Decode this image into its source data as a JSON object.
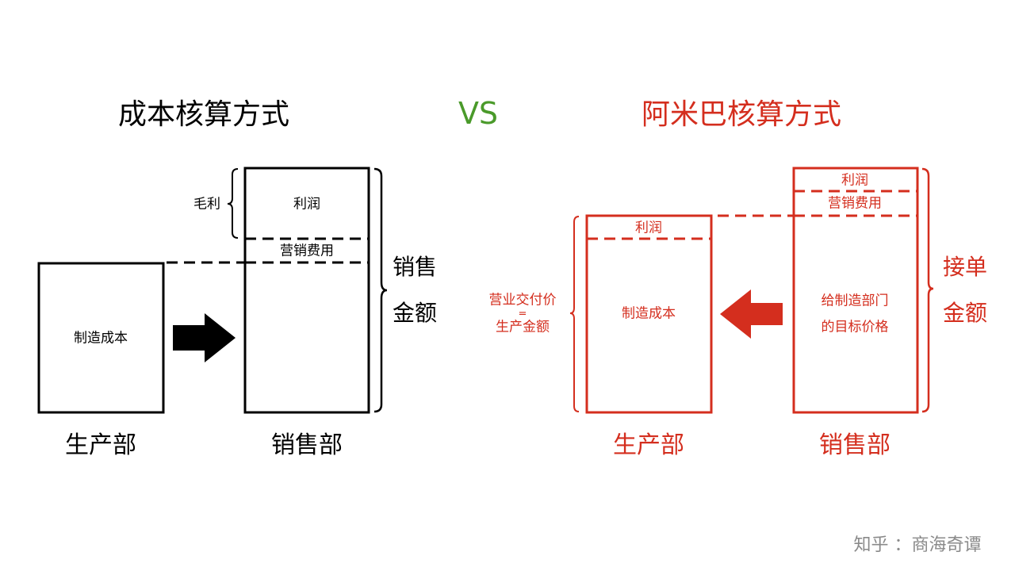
{
  "left": {
    "title": "成本核算方式",
    "production_box_label": "制造成本",
    "sales_box": {
      "profit": "利润",
      "marketing": "营销费用"
    },
    "gross_profit_label": "毛利",
    "sales_amount_label": [
      "销售",
      "金额"
    ],
    "production_dept": "生产部",
    "sales_dept": "销售部"
  },
  "vs": "VS",
  "right": {
    "title": "阿米巴核算方式",
    "production_box": {
      "profit": "利润",
      "cost": "制造成本"
    },
    "production_amount_label": [
      "营业交付价",
      "=",
      "生产金额"
    ],
    "sales_box": {
      "profit": "利润",
      "marketing": "营销费用",
      "target_price": [
        "给制造部门",
        "的目标价格"
      ]
    },
    "order_amount_label": [
      "接单",
      "金额"
    ],
    "production_dept": "生产部",
    "sales_dept": "销售部"
  },
  "footer": "知乎 ：商海奇谭",
  "colors": {
    "black": "#000000",
    "red": "#d42e1e",
    "green": "#4a9a2a"
  }
}
